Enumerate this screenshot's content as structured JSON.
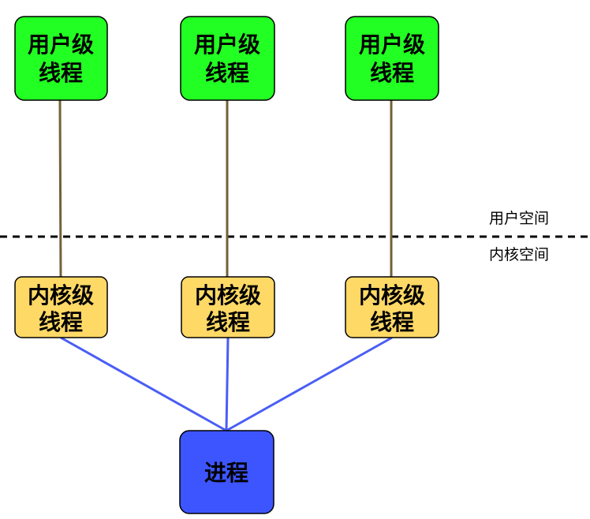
{
  "user_threads": [
    {
      "line1": "用户级",
      "line2": "线程"
    },
    {
      "line1": "用户级",
      "line2": "线程"
    },
    {
      "line1": "用户级",
      "line2": "线程"
    }
  ],
  "kernel_threads": [
    {
      "line1": "内核级",
      "line2": "线程"
    },
    {
      "line1": "内核级",
      "line2": "线程"
    },
    {
      "line1": "内核级",
      "line2": "线程"
    }
  ],
  "process": {
    "label": "进程"
  },
  "space_labels": {
    "user_space": "用户空间",
    "kernel_space": "内核空间"
  },
  "colors": {
    "user_thread_fill": "#22ff22",
    "kernel_thread_fill": "#ffd966",
    "process_fill": "#3d55ff",
    "user_kernel_link": "#736237",
    "kernel_process_link": "#4a5ef5",
    "box_stroke": "#000000",
    "divider": "#000000"
  },
  "icons": []
}
